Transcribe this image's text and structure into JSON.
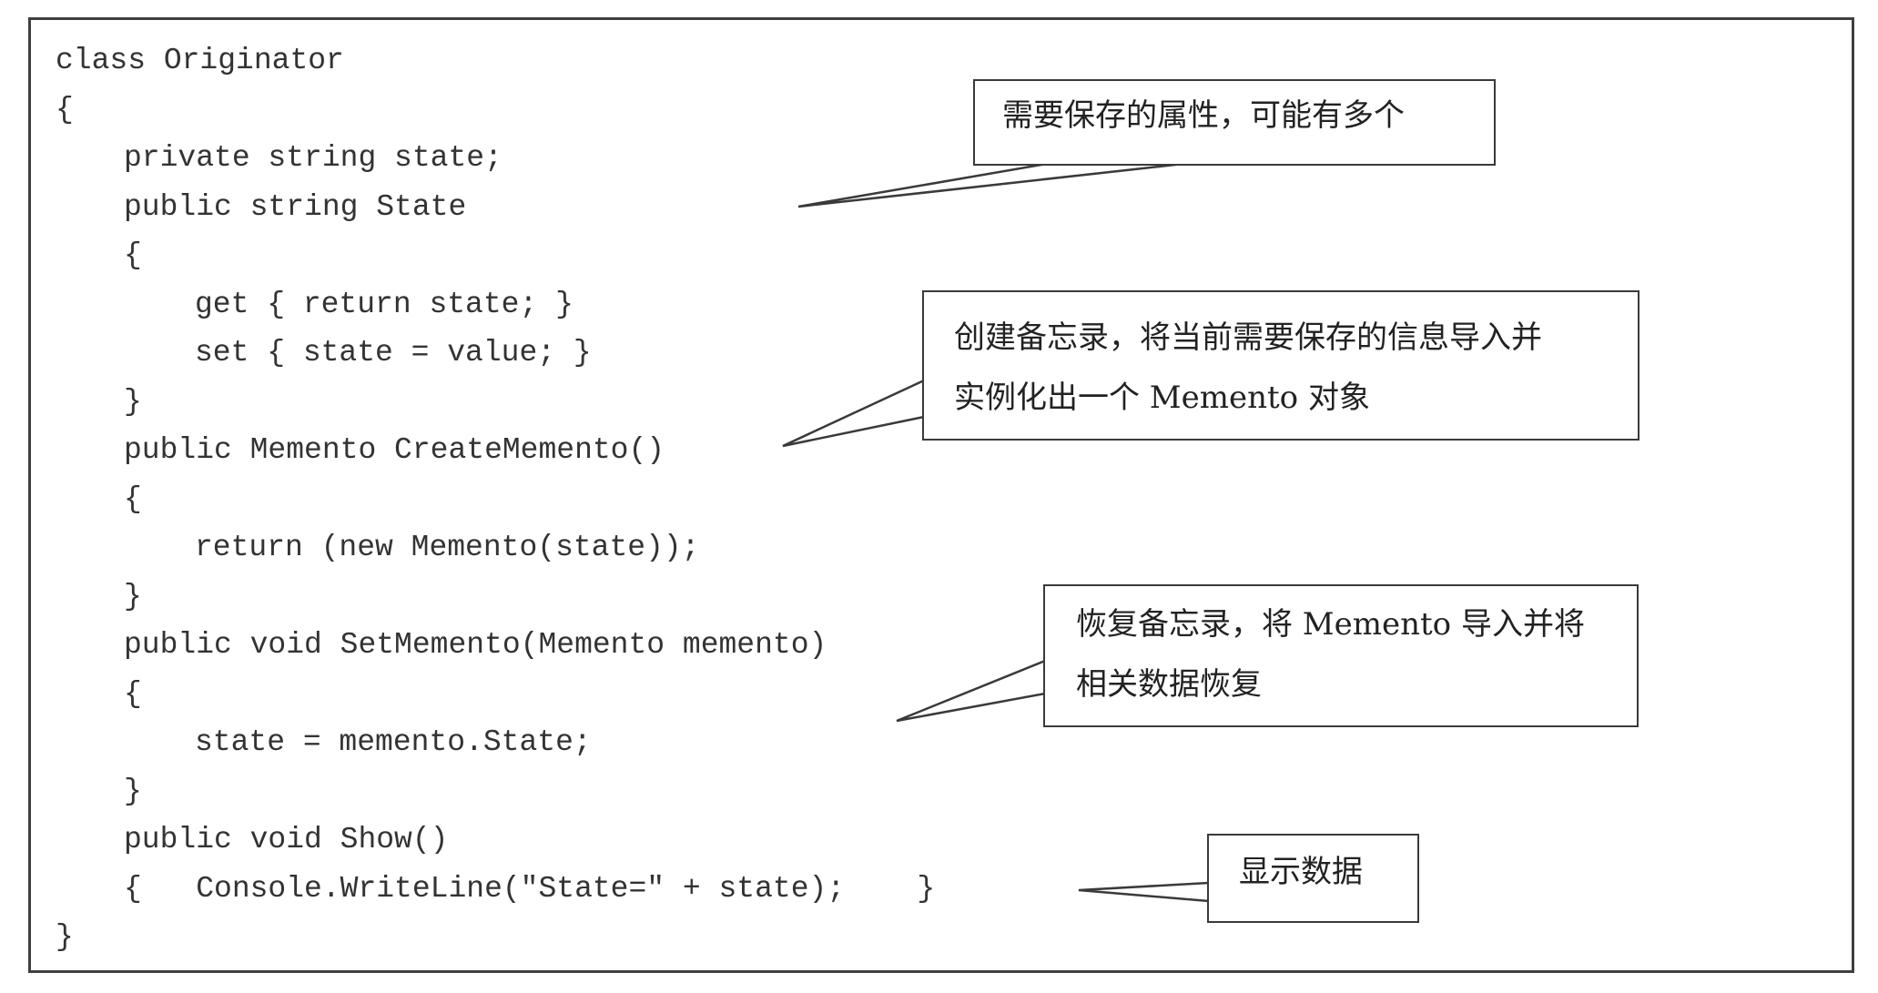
{
  "code": {
    "lines": [
      "class Originator",
      "{",
      "private string state;",
      "public string State",
      "{",
      "get { return state; }",
      "set { state = value; }",
      "}",
      "public Memento CreateMemento()",
      "{",
      "return (new Memento(state));",
      "}",
      "public void SetMemento(Memento memento)",
      "{",
      "state = memento.State;",
      "}",
      "public void Show()",
      "{   Console.WriteLine(\"State=\" + state);    }",
      "}"
    ]
  },
  "annotations": {
    "properties": {
      "lines": [
        "需要保存的属性，可能有多个"
      ]
    },
    "create_memento": {
      "lines": [
        "创建备忘录，将当前需要保存的信息导入并",
        "实例化出一个 Memento 对象"
      ]
    },
    "set_memento": {
      "lines": [
        "恢复备忘录，将 Memento 导入并将",
        "相关数据恢复"
      ]
    },
    "show": {
      "lines": [
        "显示数据"
      ]
    }
  },
  "colors": {
    "border": "#3f3f3f",
    "code_text": "#333333",
    "callout_text": "#222222",
    "background": "#ffffff"
  }
}
